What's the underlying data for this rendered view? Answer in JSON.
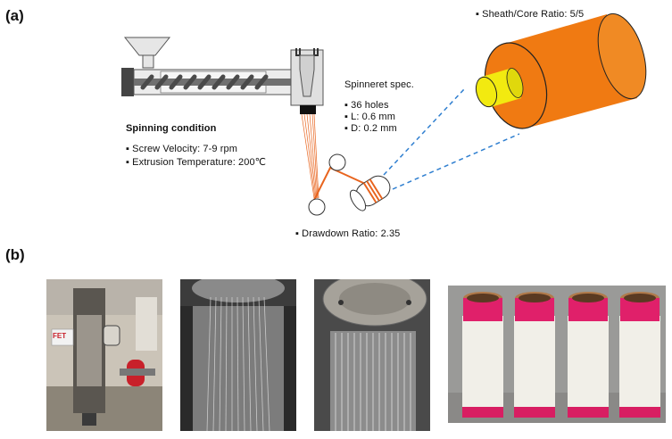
{
  "panel_a": {
    "label": "(a)",
    "spinning_condition": {
      "title": "Spinning condition",
      "items": [
        "Screw Velocity: 7-9 rpm",
        "Extrusion Temperature: 200℃"
      ]
    },
    "spinneret": {
      "title": "Spinneret spec.",
      "items": [
        "36 holes",
        "L: 0.6 mm",
        "D: 0.2 mm"
      ]
    },
    "sheath_core_ratio": "Sheath/Core Ratio: 5/5",
    "drawdown_ratio": "Drawdown Ratio: 2.35",
    "colors": {
      "sheath": "#f07a12",
      "core": "#f2ea10",
      "link_dash": "#2f7fd0",
      "fiber": "#e8641e"
    }
  },
  "panel_b": {
    "label": "(b)",
    "photos": [
      {
        "name": "spinning-machine-photo",
        "label_plate": "FET"
      },
      {
        "name": "spinneret-filaments-photo"
      },
      {
        "name": "spinneret-plate-photo"
      },
      {
        "name": "fiber-bobbins-photo"
      }
    ]
  }
}
